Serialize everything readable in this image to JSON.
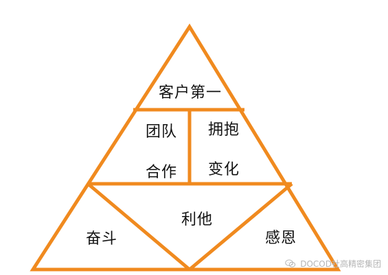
{
  "diagram": {
    "stroke_color": "#f08a1f",
    "text_color": "#111111",
    "labels": {
      "top": "客户第一",
      "middle_left_1": "团队",
      "middle_left_2": "合作",
      "middle_right_1": "拥抱",
      "middle_right_2": "变化",
      "center": "利他",
      "bottom_left": "奋斗",
      "bottom_right": "感恩"
    }
  },
  "watermark": {
    "text": "DOCOD社高精密集团",
    "icon": "wechat-icon",
    "color": "#b5b5b5"
  }
}
